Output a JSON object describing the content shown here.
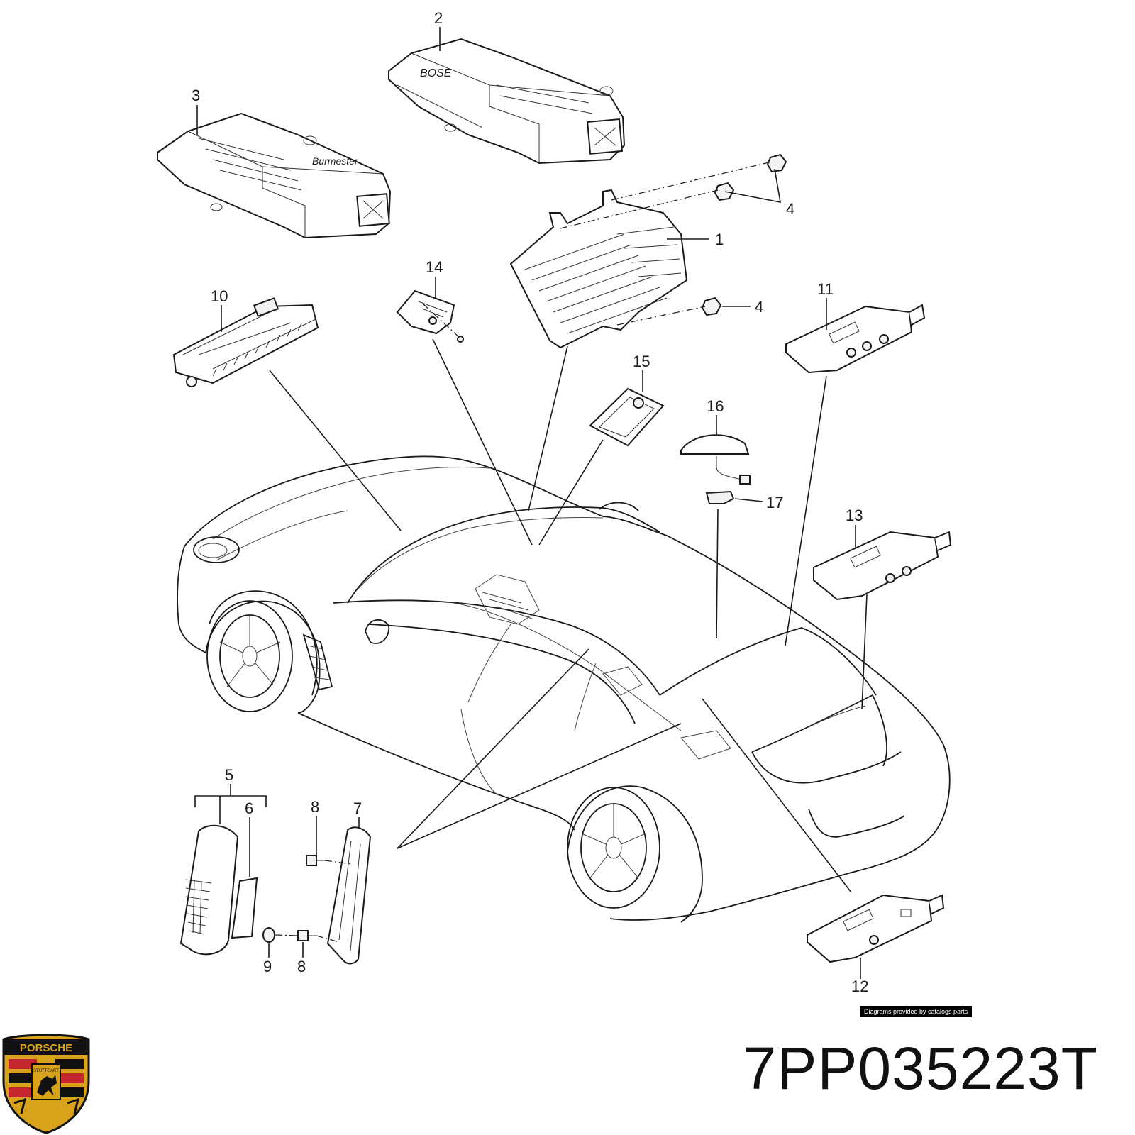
{
  "part_number": "7PP035223T",
  "credit": "Diagrams provided by catalogs parts",
  "logo": {
    "text": "PORSCHE",
    "subtext": "STUTTGART",
    "icon": "porsche-crest-icon",
    "colors": {
      "gold": "#d9a21b",
      "red": "#c4262e",
      "black": "#111111"
    }
  },
  "callouts": {
    "c1": "1",
    "c2": "2",
    "c3": "3",
    "c4a": "4",
    "c4b": "4",
    "c5": "5",
    "c6": "6",
    "c7": "7",
    "c8a": "8",
    "c8b": "8",
    "c9": "9",
    "c10": "10",
    "c11": "11",
    "c12": "12",
    "c13": "13",
    "c14": "14",
    "c15": "15",
    "c16": "16",
    "c17": "17"
  }
}
